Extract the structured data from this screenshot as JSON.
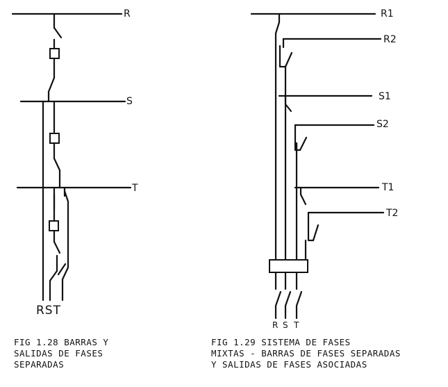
{
  "fig128": {
    "bus_labels": [
      "R",
      "S",
      "T"
    ],
    "phase_labels": "RST",
    "caption": [
      "FIG 1.28 BARRAS Y",
      "SALIDAS DE FASES",
      "SEPARADAS"
    ]
  },
  "fig129": {
    "bus_labels": [
      "R1",
      "R2",
      "S1",
      "S2",
      "T1",
      "T2"
    ],
    "phase_labels": [
      "R",
      "S",
      "T"
    ],
    "caption": [
      "FIG 1.29  SISTEMA DE FASES",
      "MIXTAS - BARRAS DE FASES SEPARADAS",
      "Y SALIDAS DE FASES ASOCIADAS"
    ]
  }
}
